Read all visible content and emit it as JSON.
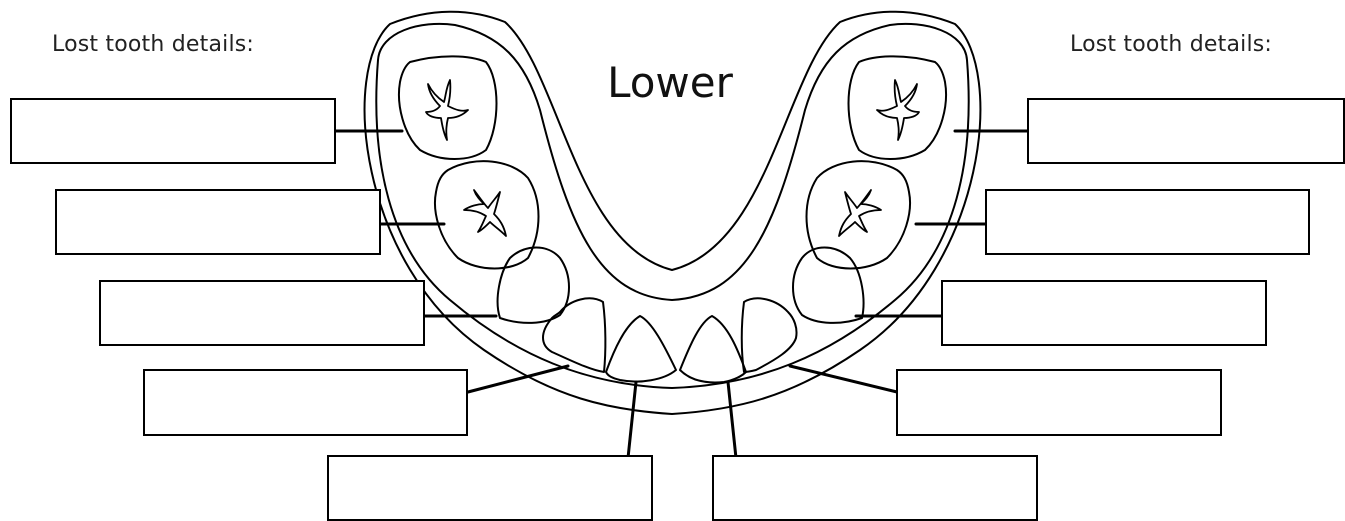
{
  "title": "Lower",
  "left_heading": "Lost tooth details:",
  "right_heading": "Lost tooth details:",
  "left_fields": [
    {
      "value": ""
    },
    {
      "value": ""
    },
    {
      "value": ""
    },
    {
      "value": ""
    },
    {
      "value": ""
    }
  ],
  "right_fields": [
    {
      "value": ""
    },
    {
      "value": ""
    },
    {
      "value": ""
    },
    {
      "value": ""
    },
    {
      "value": ""
    }
  ],
  "colors": {
    "line": "#000000",
    "background": "#ffffff"
  }
}
